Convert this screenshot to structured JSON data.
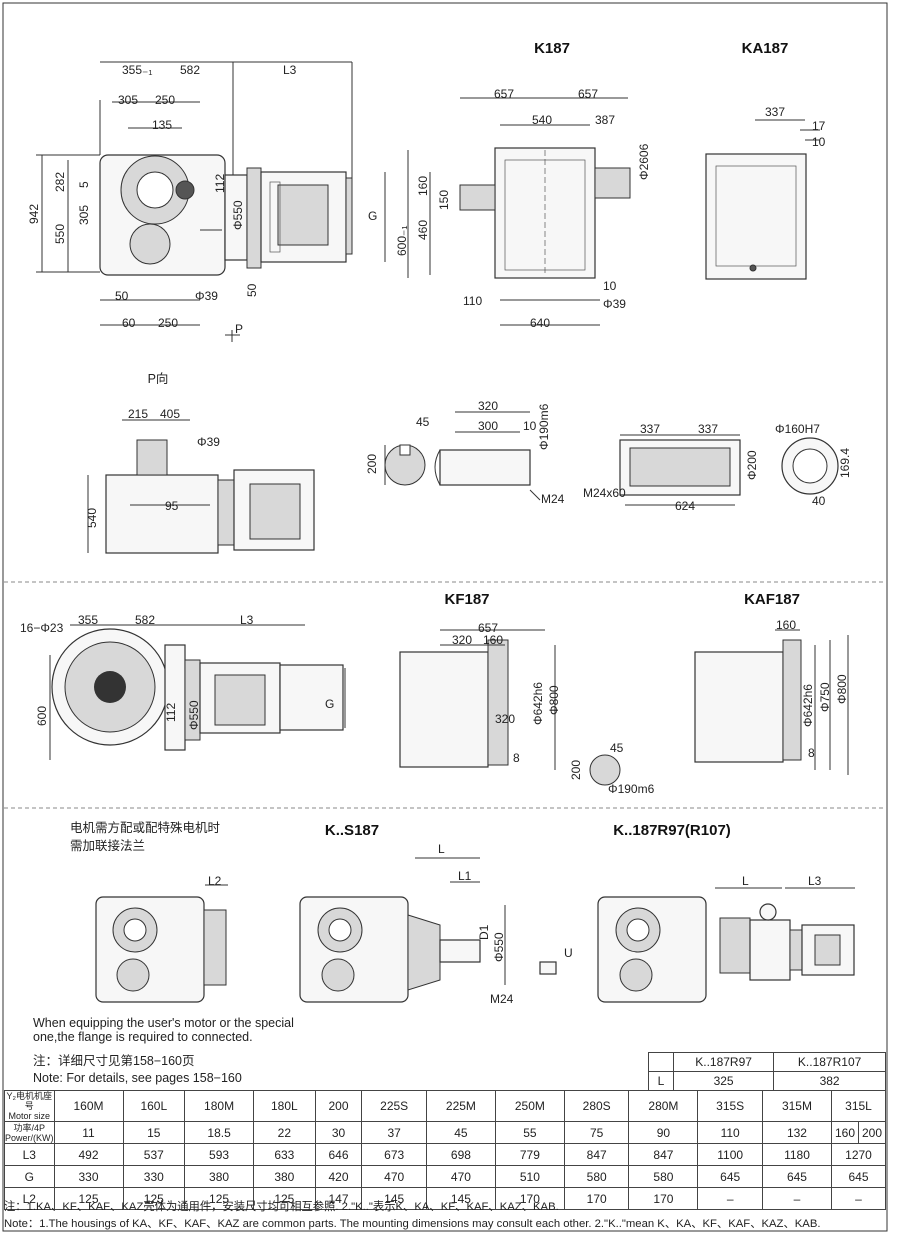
{
  "titles": {
    "k187": "K187",
    "ka187": "KA187",
    "kf187": "KF187",
    "kaf187": "KAF187",
    "ks187": "K..S187",
    "kr97": "K..187R97(R107)"
  },
  "views": {
    "p_view": "P向",
    "p_arrow": "P"
  },
  "dims": {
    "main": [
      "355₋₁",
      "582",
      "L3",
      "305",
      "250",
      "135",
      "942",
      "282",
      "5",
      "305",
      "550",
      "112",
      "Φ550",
      "G",
      "50",
      "Φ39",
      "50",
      "60",
      "250"
    ],
    "k187": [
      "657",
      "657",
      "540",
      "387",
      "Φ2606",
      "160",
      "150",
      "460",
      "600₋₁",
      "110",
      "10",
      "Φ39",
      "640"
    ],
    "ka187": [
      "337",
      "17",
      "10"
    ],
    "pview": [
      "215",
      "405",
      "Φ39",
      "95",
      "540"
    ],
    "shaft": [
      "45",
      "200",
      "320",
      "300",
      "10",
      "Φ190m6",
      "M24"
    ],
    "hollow": [
      "337",
      "337",
      "Φ160H7",
      "Φ200",
      "169.4",
      "M24x60",
      "624",
      "40"
    ],
    "kf": [
      "16−Φ23",
      "355",
      "582",
      "L3",
      "600",
      "112",
      "Φ550",
      "G"
    ],
    "kfside": [
      "657",
      "320",
      "160",
      "Φ642h6",
      "Φ800",
      "320",
      "8",
      "45",
      "200",
      "Φ190m6"
    ],
    "kaf": [
      "160",
      "Φ642h6",
      "Φ750",
      "Φ800",
      "8"
    ],
    "ks": [
      "L2",
      "L",
      "L1",
      "D1",
      "Φ550",
      "M24",
      "U"
    ],
    "kr": [
      "L",
      "L3"
    ]
  },
  "notes": {
    "special_cn_1": "电机需方配或配特殊电机时",
    "special_cn_2": "需加联接法兰",
    "special_en_1": "When equipping the user's motor or the special",
    "special_en_2": "one,the flange is required to connected.",
    "detail_cn": "注：详细尺寸见第158−160页",
    "detail_en": "Note: For details, see pages 158−160"
  },
  "l_table": {
    "headers": [
      "K..187R97",
      "K..187R107"
    ],
    "row_label": "L",
    "values": [
      "325",
      "382"
    ]
  },
  "spec_table": {
    "header_label": [
      "Y₂电机机座号",
      "Motor size"
    ],
    "power_label": [
      "功率/4P",
      "Power/(KW)"
    ],
    "motor_sizes": [
      "160M",
      "160L",
      "180M",
      "180L",
      "200",
      "225S",
      "225M",
      "250M",
      "280S",
      "280M",
      "315S",
      "315M",
      "315L"
    ],
    "power": [
      "11",
      "15",
      "18.5",
      "22",
      "30",
      "37",
      "45",
      "55",
      "75",
      "90",
      "110",
      "132",
      "160",
      "200"
    ],
    "rows": [
      {
        "label": "L3",
        "values": [
          "492",
          "537",
          "593",
          "633",
          "646",
          "673",
          "698",
          "779",
          "847",
          "847",
          "1100",
          "1180",
          "1270"
        ]
      },
      {
        "label": "G",
        "values": [
          "330",
          "330",
          "380",
          "380",
          "420",
          "470",
          "470",
          "510",
          "580",
          "580",
          "645",
          "645",
          "645"
        ]
      },
      {
        "label": "L2",
        "values": [
          "125",
          "125",
          "125",
          "125",
          "147",
          "145",
          "145",
          "170",
          "170",
          "170",
          "–",
          "–",
          "–"
        ]
      }
    ]
  },
  "footer": {
    "cn": "注：1.KA、KF、KAF、KAZ壳体为通用件，安装尺寸均可相互参照.  2.\"K..\"表示K、KA、KF、KAF、KAZ、KAB.",
    "en": "Note：1.The housings of KA、KF、KAF、KAZ are common parts. The mounting dimensions may consult each other.    2.\"K..\"mean K、KA、KF、KAF、KAZ、KAB."
  }
}
